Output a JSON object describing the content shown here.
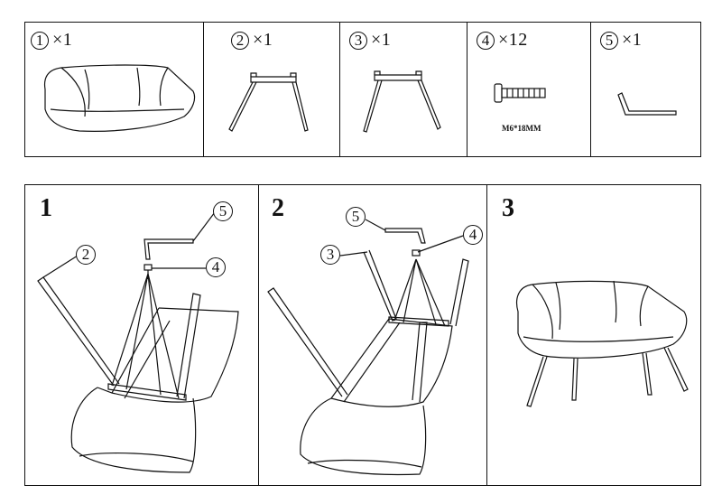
{
  "parts": [
    {
      "num": "1",
      "qty": "×1"
    },
    {
      "num": "2",
      "qty": "×1"
    },
    {
      "num": "3",
      "qty": "×1"
    },
    {
      "num": "4",
      "qty": "×12",
      "spec": "M6*18MM"
    },
    {
      "num": "5",
      "qty": "×1"
    }
  ],
  "steps": [
    {
      "num": "1",
      "callouts": [
        "5",
        "2",
        "4"
      ]
    },
    {
      "num": "2",
      "callouts": [
        "5",
        "4",
        "3"
      ]
    },
    {
      "num": "3"
    }
  ]
}
